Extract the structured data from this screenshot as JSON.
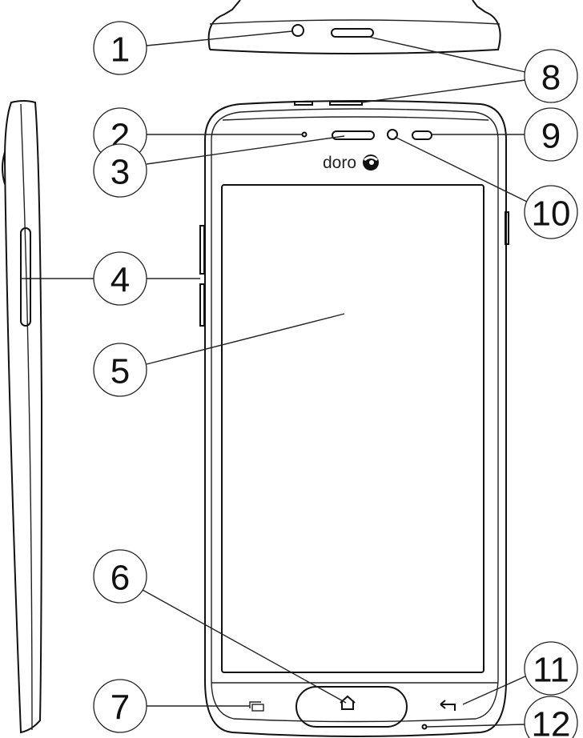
{
  "brand": {
    "logo_text": "doro"
  },
  "callouts": [
    {
      "number": "1",
      "part": "headset-jack"
    },
    {
      "number": "2",
      "part": "microphone-top"
    },
    {
      "number": "3",
      "part": "earpiece"
    },
    {
      "number": "4",
      "part": "volume-keys"
    },
    {
      "number": "5",
      "part": "touchscreen"
    },
    {
      "number": "6",
      "part": "home-button"
    },
    {
      "number": "7",
      "part": "recent-apps-button"
    },
    {
      "number": "8",
      "part": "charging-socket-or-power"
    },
    {
      "number": "9",
      "part": "proximity-sensor"
    },
    {
      "number": "10",
      "part": "front-camera"
    },
    {
      "number": "11",
      "part": "back-button"
    },
    {
      "number": "12",
      "part": "microphone-bottom"
    }
  ],
  "colors": {
    "line": "#111111",
    "background": "#ffffff"
  }
}
